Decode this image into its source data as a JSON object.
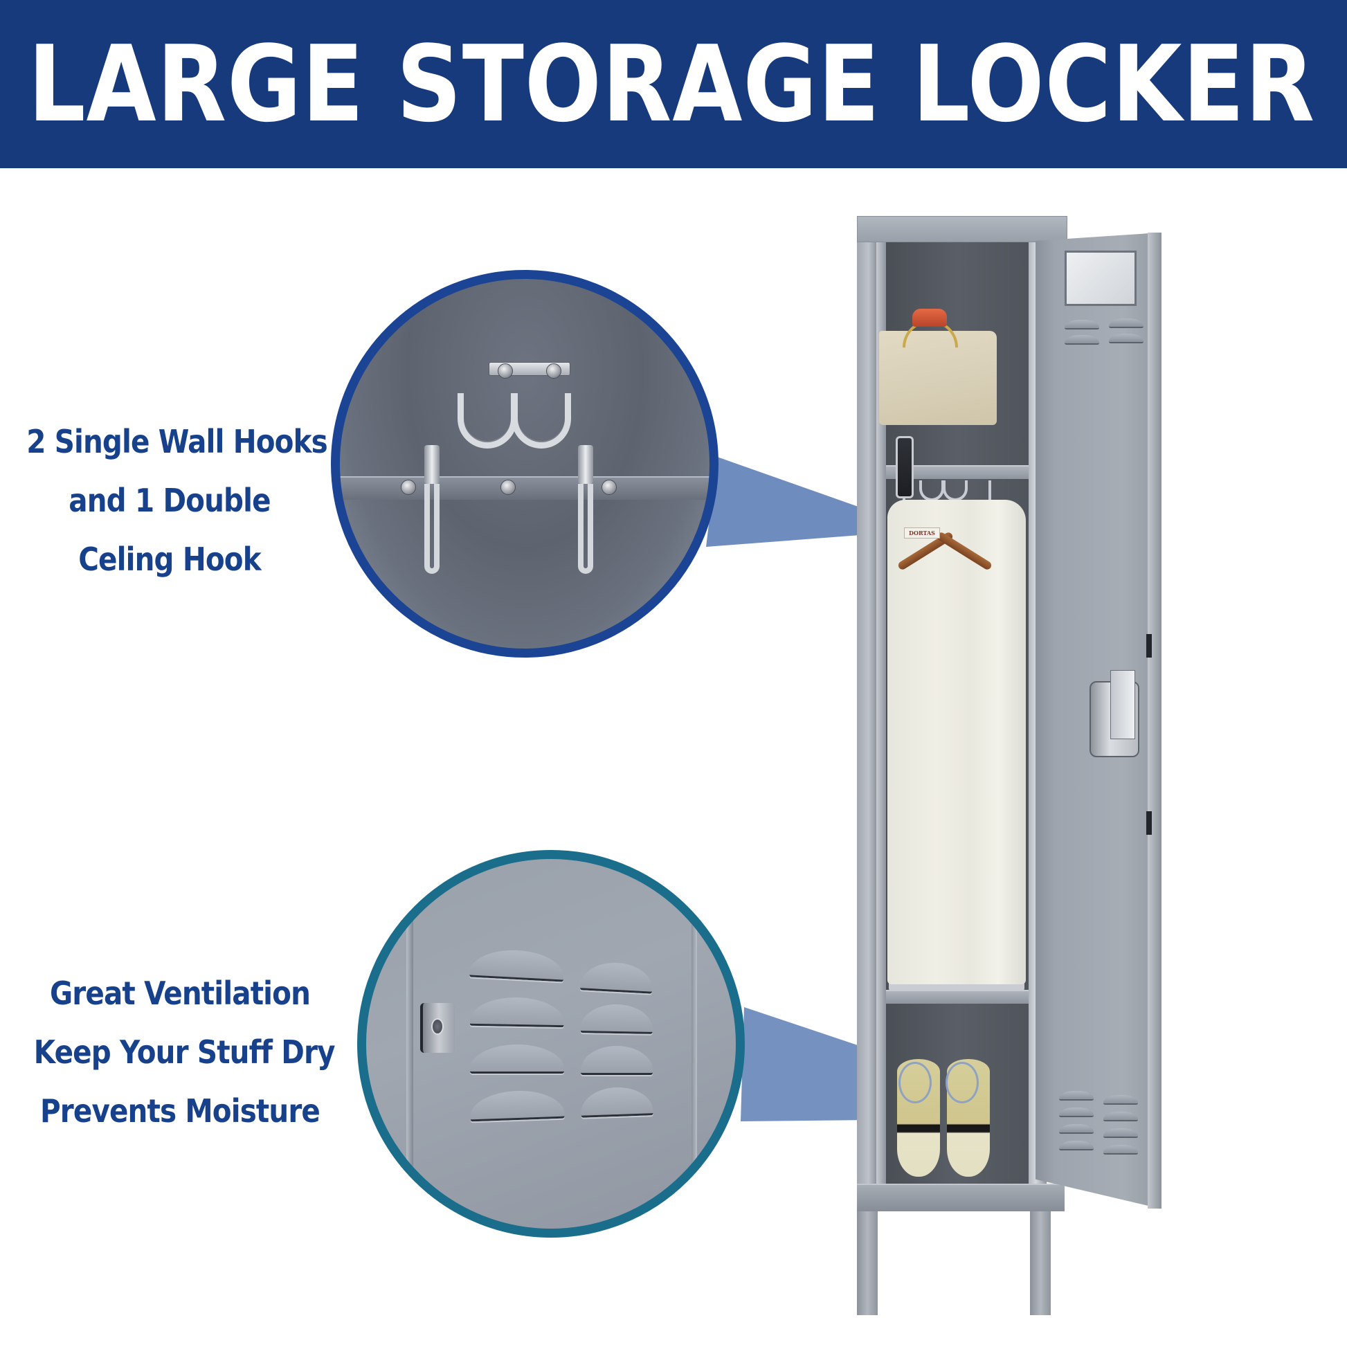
{
  "banner": {
    "title": "LARGE STORAGE LOCKER",
    "background_color": "#163a7c",
    "text_color": "#ffffff"
  },
  "callouts": [
    {
      "id": "hooks",
      "lines": [
        "2 Single Wall Hooks",
        "and 1 Double",
        "Celing Hook"
      ],
      "text_color": "#17418a",
      "inset_ring_color": "#1b4494",
      "inset_subject": "ceiling double hook and two single wall hooks on rail"
    },
    {
      "id": "ventilation",
      "lines": [
        "Great Ventilation",
        "Keep Your Stuff Dry",
        "Prevents Moisture"
      ],
      "text_color": "#17418a",
      "inset_ring_color": "#1a6e8c",
      "inset_subject": "door louver vents (2 columns x 4 rows) and latch"
    }
  ],
  "locker": {
    "color": "#9ea4ad",
    "interior_color": "#52565d",
    "compartments": [
      "top shelf with handbag",
      "hanging section with clothes",
      "bottom shelf with shoes"
    ],
    "clothing_label": "DORTAS",
    "door_vent_rows": 4,
    "door_vent_columns": 2
  },
  "pointer_color": "#5275b0"
}
